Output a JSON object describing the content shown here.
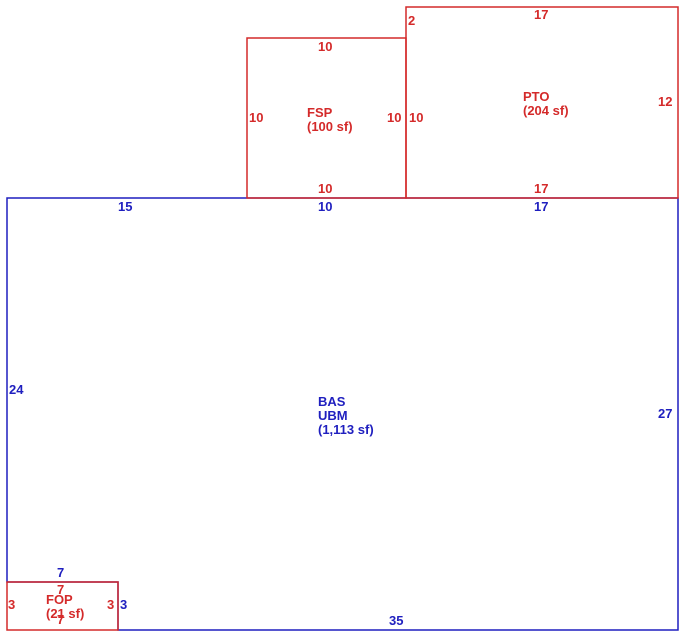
{
  "colors": {
    "main_area": "#1f1fbf",
    "addition_area": "#d42a2a"
  },
  "areas": {
    "bas": {
      "code": "BAS",
      "subcode": "UBM",
      "area": "(1,113 sf)",
      "dims": {
        "top_left": "15",
        "top_middle": "10",
        "top_right": "17",
        "left": "24",
        "right": "27",
        "bottom": "35",
        "notch_top": "7",
        "notch_right": "3"
      }
    },
    "fsp": {
      "code": "FSP",
      "area": "(100 sf)",
      "dims": {
        "top": "10",
        "bottom": "10",
        "left": "10",
        "right": "10"
      }
    },
    "pto": {
      "code": "PTO",
      "area": "(204 sf)",
      "dims": {
        "top": "17",
        "bottom": "17",
        "left": "10",
        "left_upper": "2",
        "right": "12"
      }
    },
    "fop": {
      "code": "FOP",
      "area": "(21 sf)",
      "dims": {
        "top": "7",
        "bottom": "7",
        "left": "3",
        "right": "3"
      }
    }
  }
}
